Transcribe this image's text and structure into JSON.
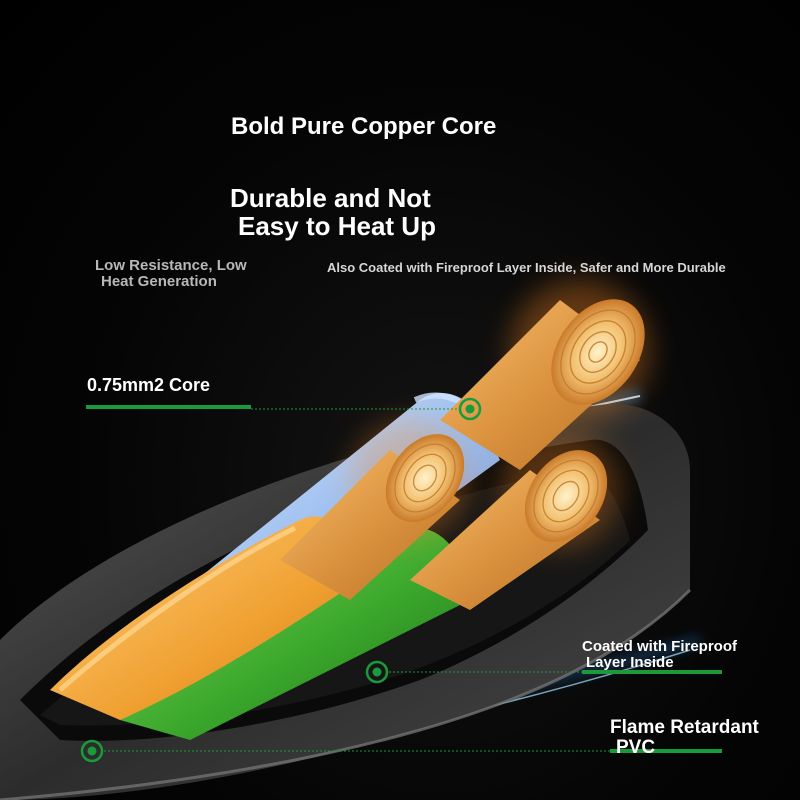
{
  "title": "Bold Pure Copper Core",
  "headline": {
    "line1": "Durable and Not",
    "line2": "Easy to Heat Up"
  },
  "resistance_note": {
    "line1": "Low Resistance, Low",
    "line2": "Heat Generation"
  },
  "fireproof_note": "Also Coated with Fireproof Layer Inside, Safer and More Durable",
  "callouts": {
    "core": "0.75mm2 Core",
    "fireproof": {
      "line1": "Coated with Fireproof",
      "line2": "Layer Inside"
    },
    "sheath": {
      "line1": "Flame Retardant",
      "line2": "PVC"
    }
  },
  "colors": {
    "background": "#000000",
    "accent_green": "#1a9a3a",
    "copper": "#e0a050",
    "insulation_blue": "#7aa8e8",
    "insulation_green": "#3ba82c",
    "insulation_orange": "#f0a030",
    "sheath_grey": "#3c3c3c"
  }
}
